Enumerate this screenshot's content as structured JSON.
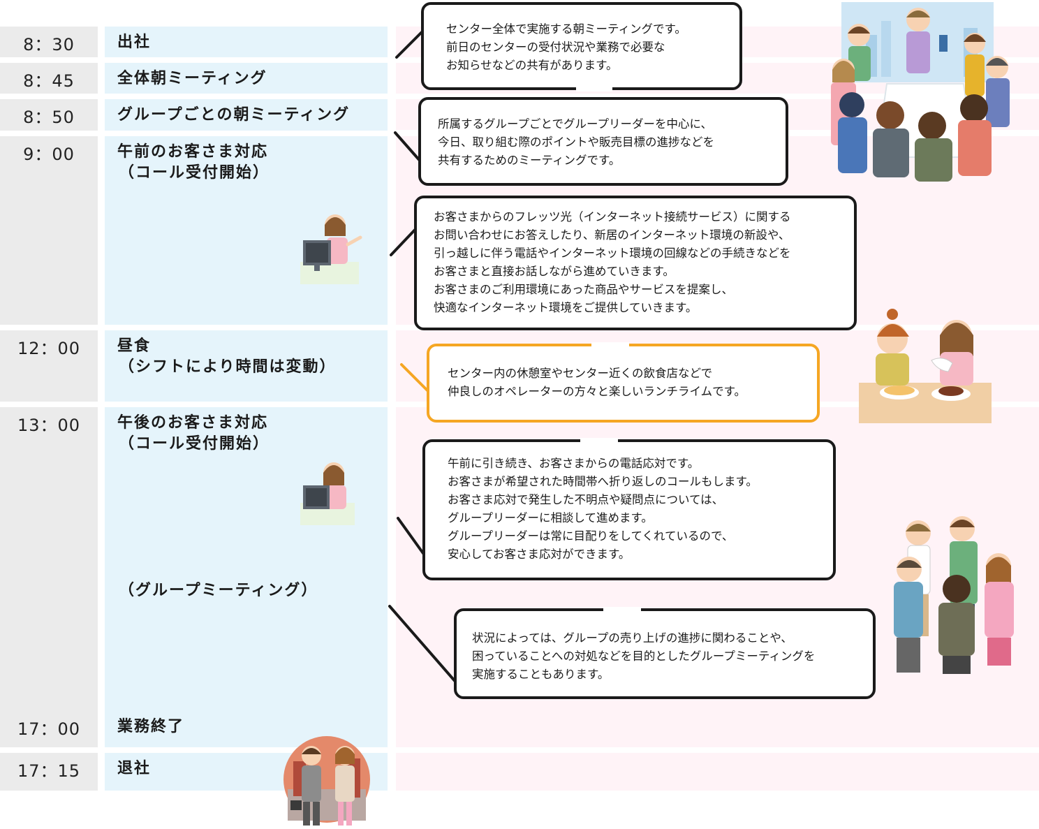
{
  "schedule": [
    {
      "time": "8：30",
      "event": "出社"
    },
    {
      "time": "8：45",
      "event": "全体朝ミーティング"
    },
    {
      "time": "8：50",
      "event": "グループごとの朝ミーティング"
    },
    {
      "time": "9：00",
      "event": "午前のお客さま対応",
      "event2": "（コール受付開始）"
    },
    {
      "time": "12：00",
      "event": "昼食",
      "event2": "（シフトにより時間は変動）"
    },
    {
      "time": "13：00",
      "event": "午後のお客さま対応",
      "event2": "（コール受付開始）",
      "event3": "（グループミーティング）"
    },
    {
      "time": "17：00",
      "event": "業務終了"
    },
    {
      "time": "17：15",
      "event": "退社"
    }
  ],
  "bubbles": {
    "b1": [
      "センター全体で実施する朝ミーティングです。",
      "前日のセンターの受付状況や業務で必要な",
      "お知らせなどの共有があります。"
    ],
    "b2": [
      "所属するグループごとでグループリーダーを中心に、",
      "今日、取り組む際のポイントや販売目標の進捗などを",
      "共有するためのミーティングです。"
    ],
    "b3": [
      "お客さまからのフレッツ光（インターネット接続サービス）に関する",
      "お問い合わせにお答えしたり、新居のインターネット環境の新設や、",
      "引っ越しに伴う電話やインターネット環境の回線などの手続きなどを",
      "お客さまと直接お話しながら進めていきます。",
      "お客さまのご利用環境にあった商品やサービスを提案し、",
      "快適なインターネット環境をご提供していきます。"
    ],
    "b4": [
      "センター内の休憩室やセンター近くの飲食店などで",
      "仲良しのオペレーターの方々と楽しいランチライムです。"
    ],
    "b5": [
      "午前に引き続き、お客さまからの電話応対です。",
      "お客さまが希望された時間帯へ折り返しのコールもします。",
      "お客さま応対で発生した不明点や疑問点については、",
      "グループリーダーに相談して進めます。",
      "グループリーダーは常に目配りをしてくれているので、",
      "安心してお客さま応対ができます。"
    ],
    "b6": [
      "状況によっては、グループの売り上げの進捗に関わることや、",
      "困っていることへの対処などを目的としたグループミーティングを",
      "実施することもあります。"
    ]
  },
  "colors": {
    "time_bg": "#ebebeb",
    "event_bg": "#e5f4fb",
    "pink_bg": "#fff3f7",
    "bubble_border": "#1a1a1a",
    "lunch_border": "#f5a623"
  },
  "icons": [
    "meeting-group-illustration",
    "call-operator-illustration",
    "lunch-illustration",
    "team-discussion-illustration",
    "commute-home-illustration"
  ]
}
